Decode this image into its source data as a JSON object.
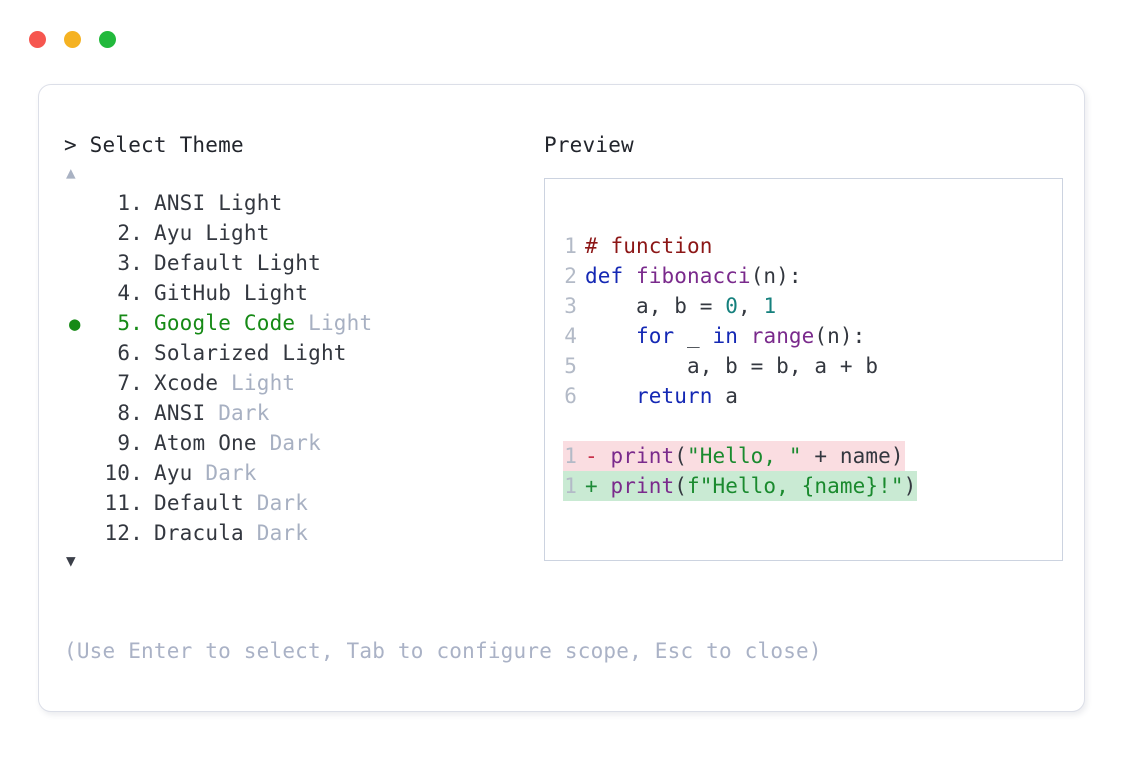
{
  "window": {
    "traffic_lights": [
      {
        "name": "close",
        "color": "#f6564f"
      },
      {
        "name": "minimize",
        "color": "#f5b222"
      },
      {
        "name": "maximize",
        "color": "#22b93c"
      }
    ]
  },
  "left_panel": {
    "prompt": "> Select Theme",
    "scroll_up_icon": "▲",
    "scroll_down_icon": "▼",
    "selected_index": 5,
    "bullet_icon": "●",
    "items": [
      {
        "num": "1.",
        "name": "ANSI Light",
        "variant": ""
      },
      {
        "num": "2.",
        "name": "Ayu Light",
        "variant": ""
      },
      {
        "num": "3.",
        "name": "Default Light",
        "variant": ""
      },
      {
        "num": "4.",
        "name": "GitHub Light",
        "variant": ""
      },
      {
        "num": "5.",
        "name": "Google Code",
        "variant": " Light"
      },
      {
        "num": "6.",
        "name": "Solarized Light",
        "variant": ""
      },
      {
        "num": "7.",
        "name": "Xcode",
        "variant": " Light"
      },
      {
        "num": "8.",
        "name": "ANSI",
        "variant": " Dark"
      },
      {
        "num": "9.",
        "name": "Atom One",
        "variant": " Dark"
      },
      {
        "num": "10.",
        "name": "Ayu",
        "variant": " Dark"
      },
      {
        "num": "11.",
        "name": "Default",
        "variant": " Dark"
      },
      {
        "num": "12.",
        "name": "Dracula",
        "variant": " Dark"
      }
    ]
  },
  "right_panel": {
    "label": "Preview",
    "code_lines": [
      {
        "ln": "1",
        "tokens": [
          {
            "t": "# function",
            "c": "t-comment"
          }
        ]
      },
      {
        "ln": "2",
        "tokens": [
          {
            "t": "def ",
            "c": "t-keyword"
          },
          {
            "t": "fibonacci",
            "c": "t-func"
          },
          {
            "t": "(n):",
            "c": "t-punct"
          }
        ]
      },
      {
        "ln": "3",
        "tokens": [
          {
            "t": "    a, b = ",
            "c": "t-plain"
          },
          {
            "t": "0",
            "c": "t-number"
          },
          {
            "t": ", ",
            "c": "t-plain"
          },
          {
            "t": "1",
            "c": "t-number"
          }
        ]
      },
      {
        "ln": "4",
        "tokens": [
          {
            "t": "    ",
            "c": "t-plain"
          },
          {
            "t": "for",
            "c": "t-keyword"
          },
          {
            "t": " _ ",
            "c": "t-plain"
          },
          {
            "t": "in",
            "c": "t-keyword"
          },
          {
            "t": " ",
            "c": "t-plain"
          },
          {
            "t": "range",
            "c": "t-func"
          },
          {
            "t": "(n):",
            "c": "t-punct"
          }
        ]
      },
      {
        "ln": "5",
        "tokens": [
          {
            "t": "        a, b = b, a + b",
            "c": "t-plain"
          }
        ]
      },
      {
        "ln": "6",
        "tokens": [
          {
            "t": "    ",
            "c": "t-plain"
          },
          {
            "t": "return",
            "c": "t-keyword"
          },
          {
            "t": " a",
            "c": "t-plain"
          }
        ]
      }
    ],
    "diff_lines": [
      {
        "ln": "1",
        "sign": "-",
        "kind": "del",
        "tokens": [
          {
            "t": "print",
            "c": "t-func"
          },
          {
            "t": "(",
            "c": "t-punct"
          },
          {
            "t": "\"Hello, \"",
            "c": "t-string"
          },
          {
            "t": " + name)",
            "c": "t-plain"
          }
        ]
      },
      {
        "ln": "1",
        "sign": "+",
        "kind": "add",
        "tokens": [
          {
            "t": "print",
            "c": "t-func"
          },
          {
            "t": "(",
            "c": "t-punct"
          },
          {
            "t": "f\"Hello, {name}!\"",
            "c": "t-string"
          },
          {
            "t": ")",
            "c": "t-punct"
          }
        ]
      }
    ]
  },
  "footer": {
    "hint": "(Use Enter to select, Tab to configure scope, Esc to close)"
  }
}
